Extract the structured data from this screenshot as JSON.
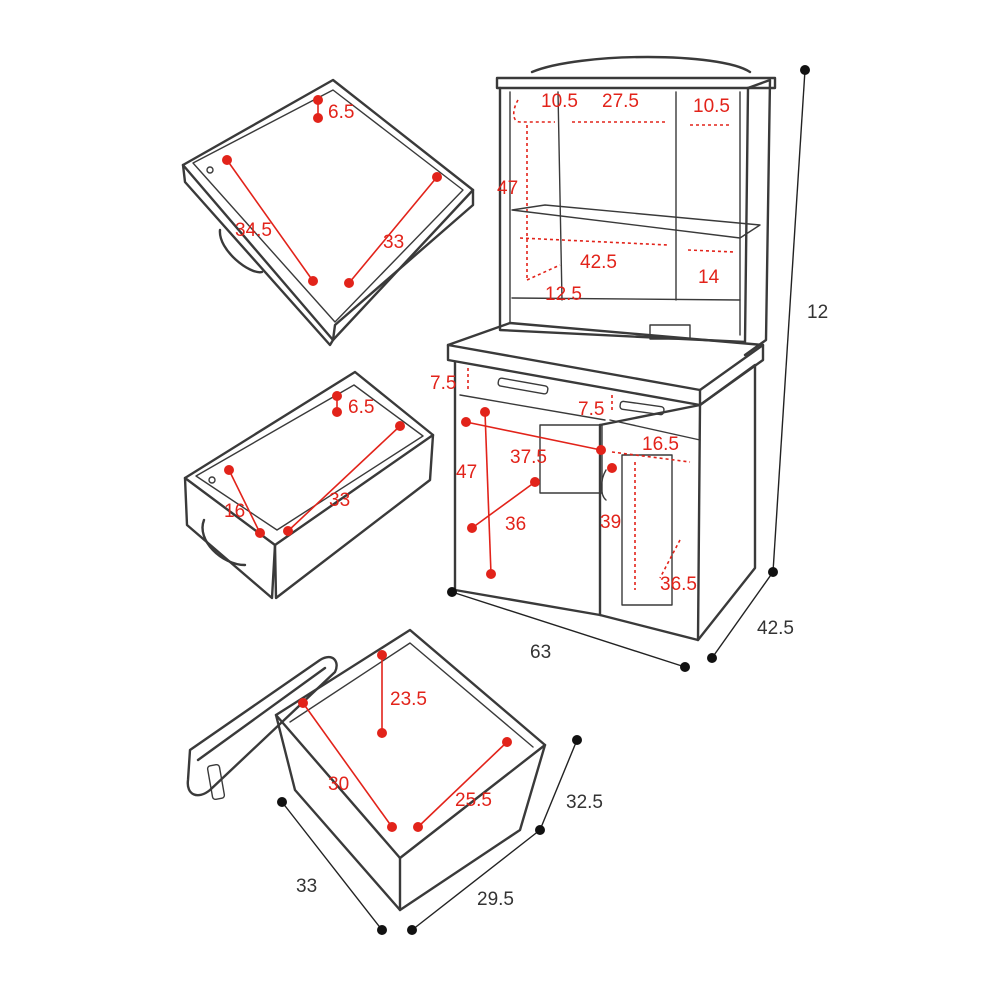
{
  "colors": {
    "accent": "#e2231a",
    "outline": "#3a3a3a",
    "background": "#ffffff"
  },
  "drawer_top": {
    "depth": "6.5",
    "width": "34.5",
    "length": "33"
  },
  "drawer_middle": {
    "depth": "6.5",
    "width": "16",
    "length": "33"
  },
  "box_bottom": {
    "height": "23.5",
    "width": "30",
    "depth": "25.5"
  },
  "box_outer": {
    "height": "32.5",
    "width": "33",
    "depth": "29.5"
  },
  "hutch": {
    "left_width": "10.5",
    "center_width": "27.5",
    "right_width": "10.5",
    "height": "47",
    "shelf_width": "42.5",
    "shelf_depth": "14",
    "bottom_depth": "12.5"
  },
  "desk": {
    "drawer_height_left": "7.5",
    "drawer_height_right": "7.5",
    "right_depth": "16.5",
    "knee_height": "47",
    "knee_width": "37.5",
    "knee_depth": "36",
    "cabinet_height": "39",
    "cabinet_depth": "36.5"
  },
  "overall": {
    "height": "12",
    "width": "63",
    "depth": "42.5"
  }
}
